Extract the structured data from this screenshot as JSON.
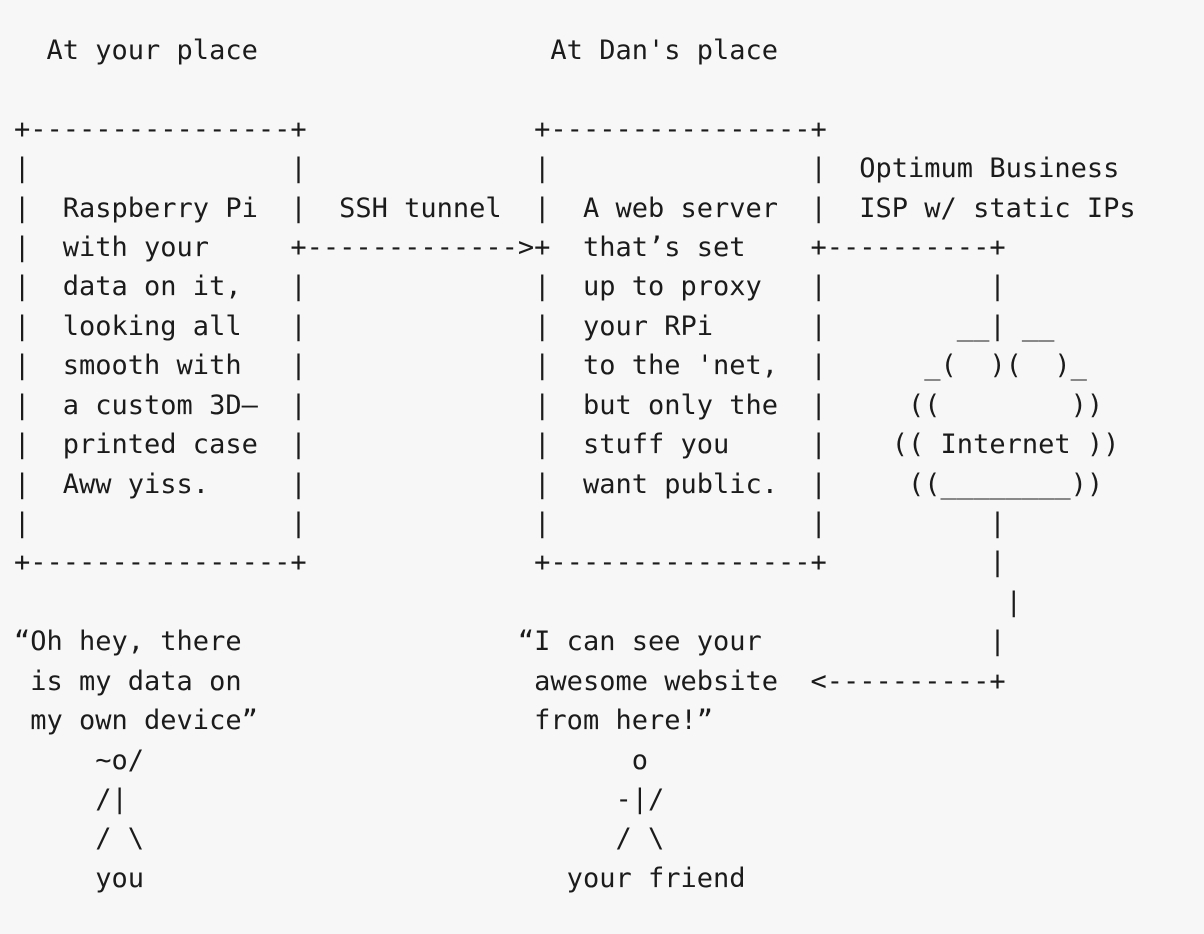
{
  "diagram": {
    "lines": [
      "  At your place                  At Dan's place",
      "",
      "",
      "+----------------+              +----------------+",
      "|                |              |                |  Optimum Business",
      "|  Raspberry Pi  |  SSH tunnel  |  A web server  |  ISP w/ static IPs",
      "|  with your     +------------->+  that’s set    +----------+",
      "|  data on it,   |              |  up to proxy   |          |",
      "|  looking all   |              |  your RPi      |        __| __",
      "|  smooth with   |              |  to the 'net,  |      _(  )(  )_",
      "|  a custom 3D–  |              |  but only the  |     ((        ))",
      "|  printed case  |              |  stuff you     |    (( Internet ))",
      "|  Aww yiss.     |              |  want public.  |     ((________))",
      "|                |              |                |          |",
      "+----------------+              +----------------+          |",
      "                                                             |",
      "“Oh hey, there                 “I can see your              |",
      " is my data on                  awesome website  <----------+",
      " my own device”                 from here!”",
      "     ~o/                              o",
      "     /|                              -|/",
      "     / \\                             / \\",
      "     you                          your friend"
    ]
  }
}
